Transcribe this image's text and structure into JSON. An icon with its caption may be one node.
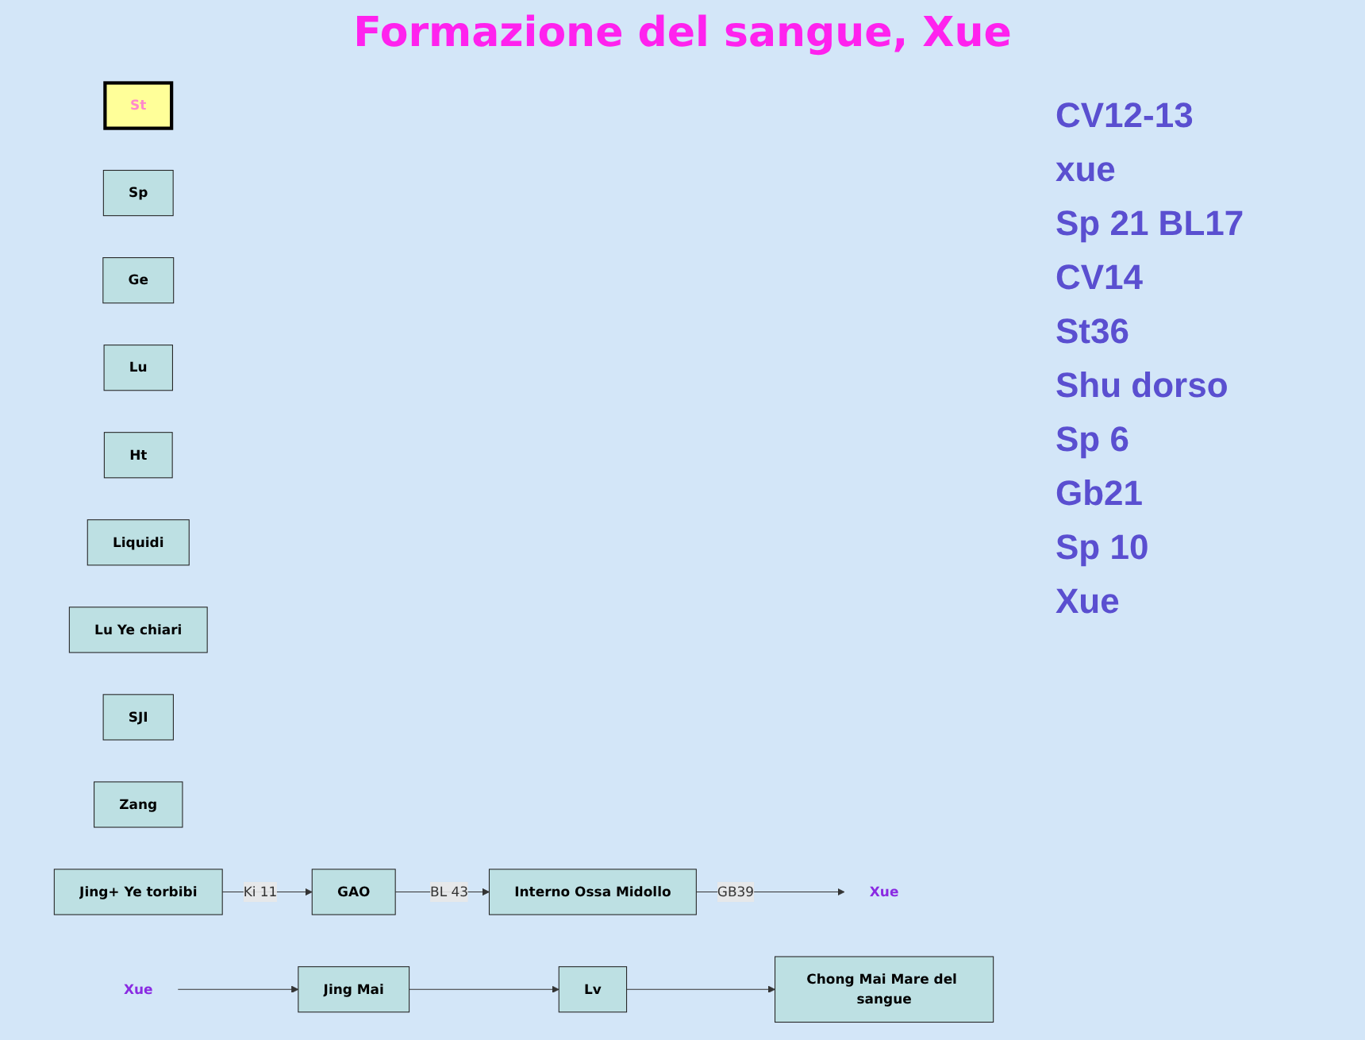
{
  "diagram": {
    "title": "Formazione del sangue, Xue",
    "nodes": [
      {
        "text": [
          "St"
        ]
      },
      {
        "text": [
          "Sp"
        ]
      },
      {
        "text": [
          "Ge"
        ]
      },
      {
        "text": [
          "Lu"
        ]
      },
      {
        "text": [
          "Ht"
        ]
      },
      {
        "text": [
          "Liquidi"
        ]
      },
      {
        "text": [
          "Lu Ye chiari"
        ]
      },
      {
        "text": [
          "SJI"
        ]
      },
      {
        "text": [
          "Zang"
        ]
      },
      {
        "text": [
          "Jing+ Ye torbibi"
        ]
      },
      {
        "text": [
          "GAO"
        ]
      },
      {
        "text": [
          "Interno Ossa Midollo"
        ]
      },
      {
        "text": [
          "Xue"
        ]
      },
      {
        "text": [
          "Xue"
        ]
      },
      {
        "text": [
          "Jing Mai"
        ]
      },
      {
        "text": [
          "Lv"
        ]
      },
      {
        "text": [
          "Chong Mai Mare del sangue"
        ]
      }
    ],
    "edges": [
      {
        "from": 9,
        "to": 10,
        "arrow": "to",
        "label": "Ki 11"
      },
      {
        "from": 10,
        "to": 11,
        "arrow": "to",
        "label": "BL 43"
      },
      {
        "from": 11,
        "to": 12,
        "arrow": "to",
        "label": "GB39"
      },
      {
        "from": 13,
        "to": 14,
        "arrow": "to"
      },
      {
        "from": 14,
        "to": 15,
        "arrow": "to"
      },
      {
        "from": 15,
        "to": 16,
        "arrow": "to"
      }
    ],
    "labels": [
      "CV12-13",
      "xue",
      "Sp 21 BL17",
      "CV14",
      "St36",
      "Shu dorso",
      "Sp 6",
      "Gb21",
      "Sp 10",
      "Xue"
    ]
  }
}
